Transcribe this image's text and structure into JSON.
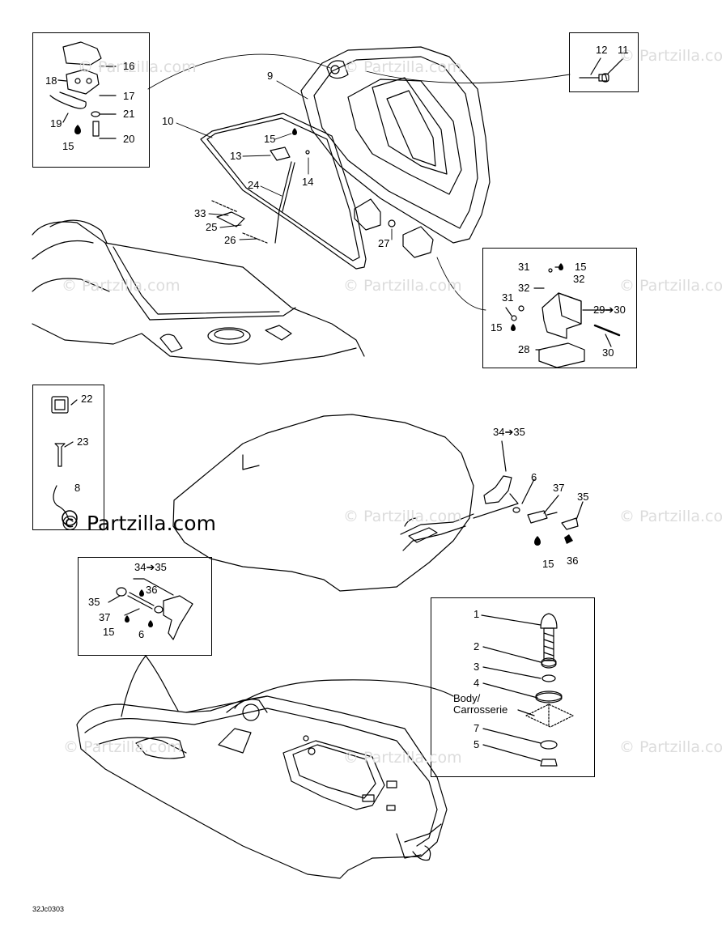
{
  "watermark": "© Partzilla.com",
  "brand": "© Partzilla.com",
  "diagram_code": "32Jc0303",
  "callouts": {
    "c1": "1",
    "c2": "2",
    "c3": "3",
    "c4": "4",
    "c5": "5",
    "c6a": "6",
    "c6b": "6",
    "c7": "7",
    "c8": "8",
    "c9": "9",
    "c10": "10",
    "c11": "11",
    "c12": "12",
    "c13": "13",
    "c14": "14",
    "c15a": "15",
    "c15b": "15",
    "c15c": "15",
    "c15d": "15",
    "c15e": "15",
    "c15f": "15",
    "c16": "16",
    "c17": "17",
    "c18": "18",
    "c19": "19",
    "c20": "20",
    "c21": "21",
    "c22": "22",
    "c23": "23",
    "c24": "24",
    "c25": "25",
    "c26": "26",
    "c27": "27",
    "c28": "28",
    "c29": "29➔30",
    "c30": "30",
    "c31a": "31",
    "c31b": "31",
    "c32a": "32",
    "c32b": "32",
    "c33": "33",
    "c3435a": "34➔35",
    "c3435b": "34➔35",
    "c35a": "35",
    "c35b": "35",
    "c36a": "36",
    "c36b": "36",
    "c37a": "37",
    "c37b": "37",
    "body1": "Body/",
    "body2": "Carrosserie"
  }
}
